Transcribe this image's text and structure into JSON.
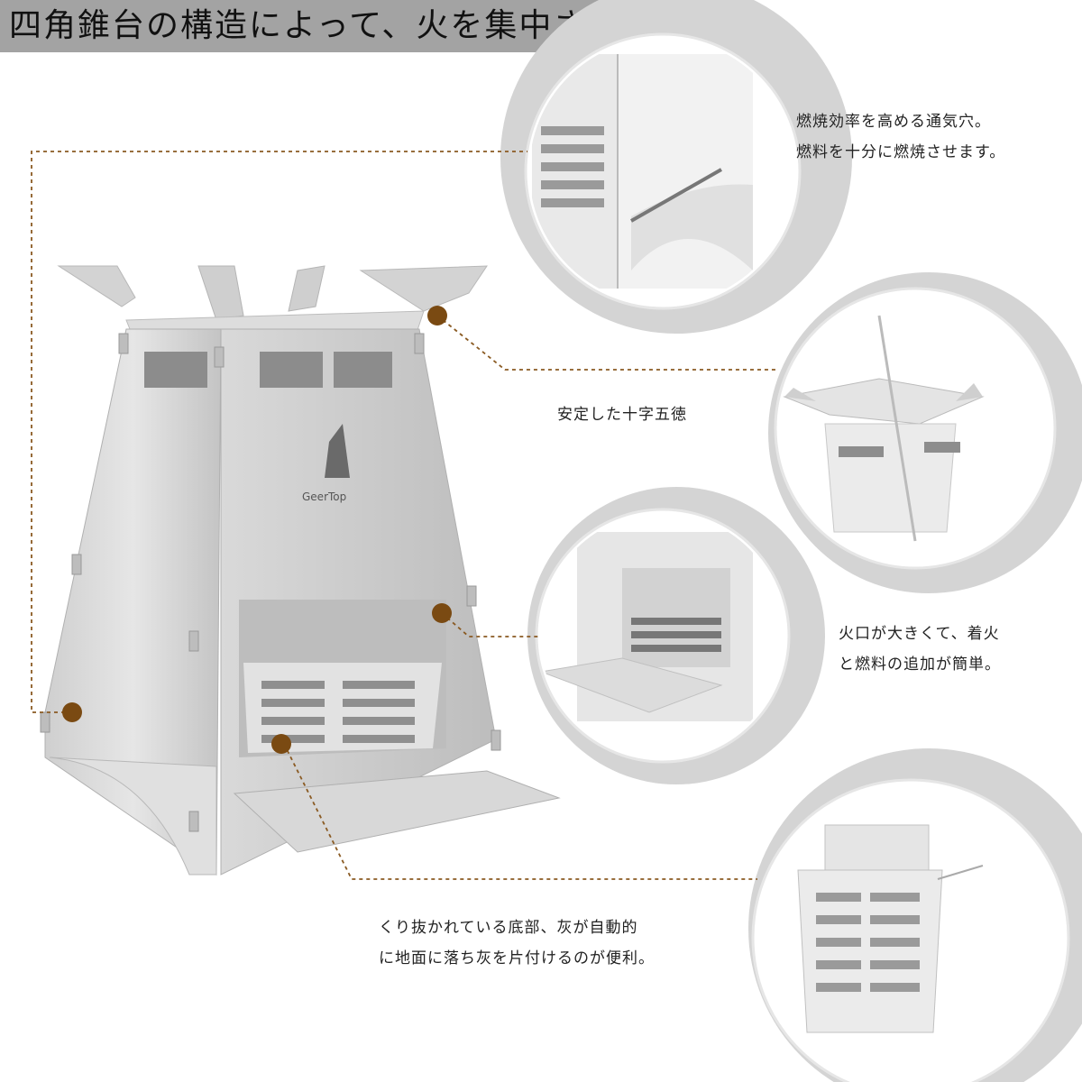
{
  "header": {
    "title": "四角錐台の構造によって、火を集中させます"
  },
  "brand": {
    "logo_text": "GeerTop"
  },
  "callouts": [
    {
      "lines": [
        "燃焼効率を高める通気穴。",
        "燃料を十分に燃焼させます。"
      ]
    },
    {
      "lines": [
        "安定した十字五徳"
      ]
    },
    {
      "lines": [
        "火口が大きくて、着火",
        "と燃料の追加が簡単。"
      ]
    },
    {
      "lines": [
        "くり抜かれている底部、灰が自動的",
        "に地面に落ち灰を片付けるのが便利。"
      ]
    }
  ],
  "colors": {
    "header_bg": "#a3a3a3",
    "marker": "#7a4a12",
    "leader": "#8a5a22",
    "circle_bg": "#d6d6d6",
    "steel": "#c9c9c9"
  }
}
